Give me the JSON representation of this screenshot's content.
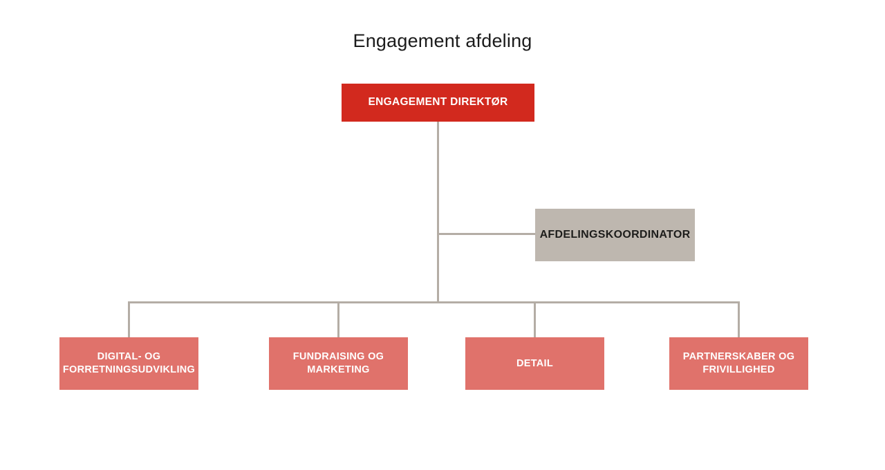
{
  "title": "Engagement afdeling",
  "chart_data": {
    "type": "org-chart",
    "root": {
      "label": "ENGAGEMENT DIREKTØR"
    },
    "assistant": {
      "label": "AFDELINGSKOORDINATOR"
    },
    "children": [
      {
        "label": "DIGITAL- OG FORRETNINGSUDVIKLING"
      },
      {
        "label": "FUNDRAISING OG MARKETING"
      },
      {
        "label": "DETAIL"
      },
      {
        "label": "PARTNERSKABER OG FRIVILLIGHED"
      }
    ]
  },
  "colors": {
    "root_box": "#d2291e",
    "root_text": "#ffffff",
    "assistant_box": "#beb7af",
    "assistant_text": "#1d1d1b",
    "child_box": "#e0726b",
    "child_text": "#ffffff",
    "connector_line": "#b4ada5",
    "title_text": "#1b1b1b",
    "background": "#ffffff"
  }
}
